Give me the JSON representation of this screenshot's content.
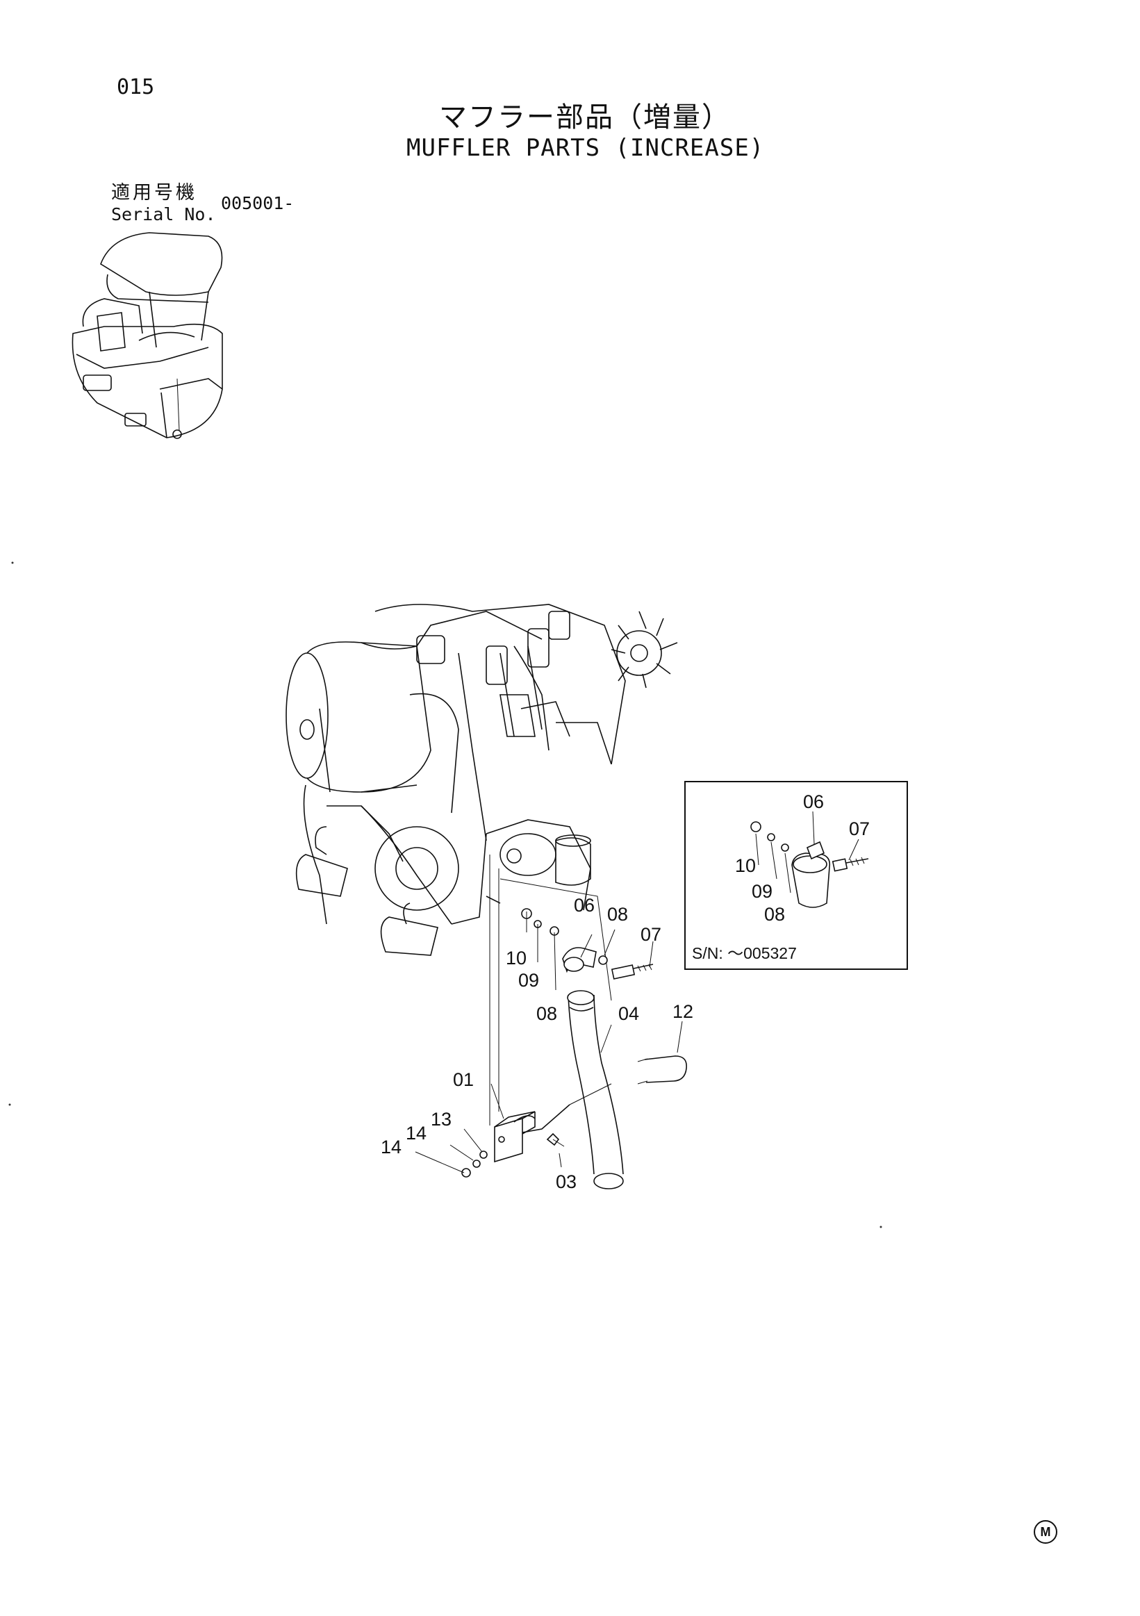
{
  "page_number": "015",
  "title_jp": "マフラー部品（増量）",
  "title_en": "MUFFLER PARTS (INCREASE)",
  "serial": {
    "label_jp": "適用号機",
    "label_en": "Serial No.",
    "value": "005001-"
  },
  "callouts": {
    "p01": "01",
    "p03": "03",
    "p04": "04",
    "p06": "06",
    "p07": "07",
    "p08": "08",
    "p09": "09",
    "p10": "10",
    "p12": "12",
    "p13": "13",
    "p14a": "14",
    "p14b": "14"
  },
  "inset": {
    "p06": "06",
    "p07": "07",
    "p08": "08",
    "p09": "09",
    "p10": "10",
    "serial_range": "S/N: ～005327"
  },
  "corner_mark": "M"
}
